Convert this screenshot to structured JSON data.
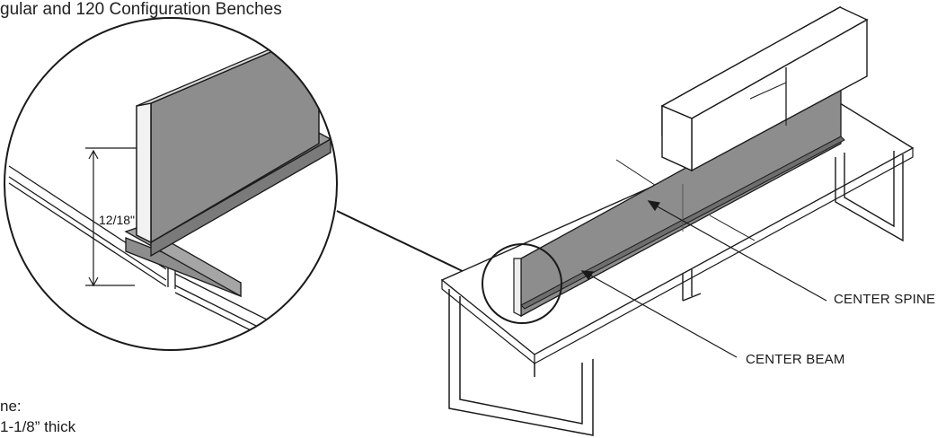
{
  "header": {
    "title": "gular and 120 Configuration Benches"
  },
  "callouts": {
    "dimension": "12/18\"",
    "center_spine": "CENTER SPINE",
    "center_beam": "CENTER BEAM"
  },
  "note": {
    "line1": "ne:",
    "line2": "1-1/8” thick"
  },
  "colors": {
    "panel": "#8d8d8d",
    "line": "#1a1a1a",
    "background": "#ffffff"
  }
}
